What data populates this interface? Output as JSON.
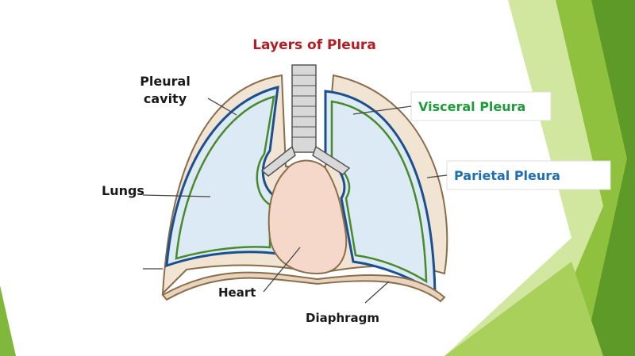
{
  "title": "Layers of Pleura",
  "labels": {
    "pleural_cavity_line1": "Pleural",
    "pleural_cavity_line2": "cavity",
    "lungs": "Lungs",
    "heart": "Heart",
    "diaphragm": "Diaphragm",
    "visceral_pleura": "Visceral Pleura",
    "parietal_pleura": "Parietal Pleura"
  },
  "colors": {
    "title": "#b01e24",
    "label": "#1a1a1a",
    "visceral": "#1f9b3a",
    "parietal": "#1f6fb2",
    "lung_fill": "#dbeaf5",
    "ribcage_fill": "#f2e4d2",
    "heart_fill": "#f5d8c9",
    "visceral_line": "#4a8a2a",
    "parietal_line": "#1c4f8f",
    "trachea_fill": "#d8d8d8",
    "accent_green": "#6aa62e"
  }
}
